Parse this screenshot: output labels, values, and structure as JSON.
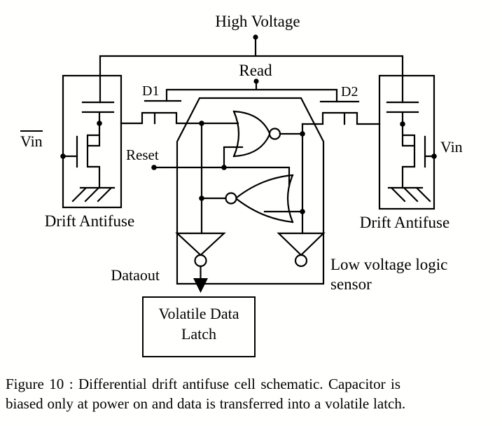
{
  "schematic": {
    "power": {
      "high_voltage": "High Voltage",
      "read": "Read"
    },
    "transistors": {
      "d1": "D1",
      "d2": "D2"
    },
    "inputs": {
      "vin_bar": "Vin",
      "vin": "Vin",
      "reset": "Reset"
    },
    "cells": {
      "left_label": "Drift Antifuse",
      "right_label": "Drift Antifuse"
    },
    "outputs": {
      "dataout": "Dataout"
    },
    "sensor": {
      "line1": "Low voltage logic",
      "line2": "sensor"
    },
    "latch": {
      "line1": "Volatile Data",
      "line2": "Latch"
    }
  },
  "caption": {
    "line1": "Figure 10 : Differential drift antifuse cell schematic. Capacitor is",
    "line2": "biased only at power on and data is transferred into a volatile latch."
  },
  "colors": {
    "ink": "#000000",
    "paper": "#fffffe"
  }
}
